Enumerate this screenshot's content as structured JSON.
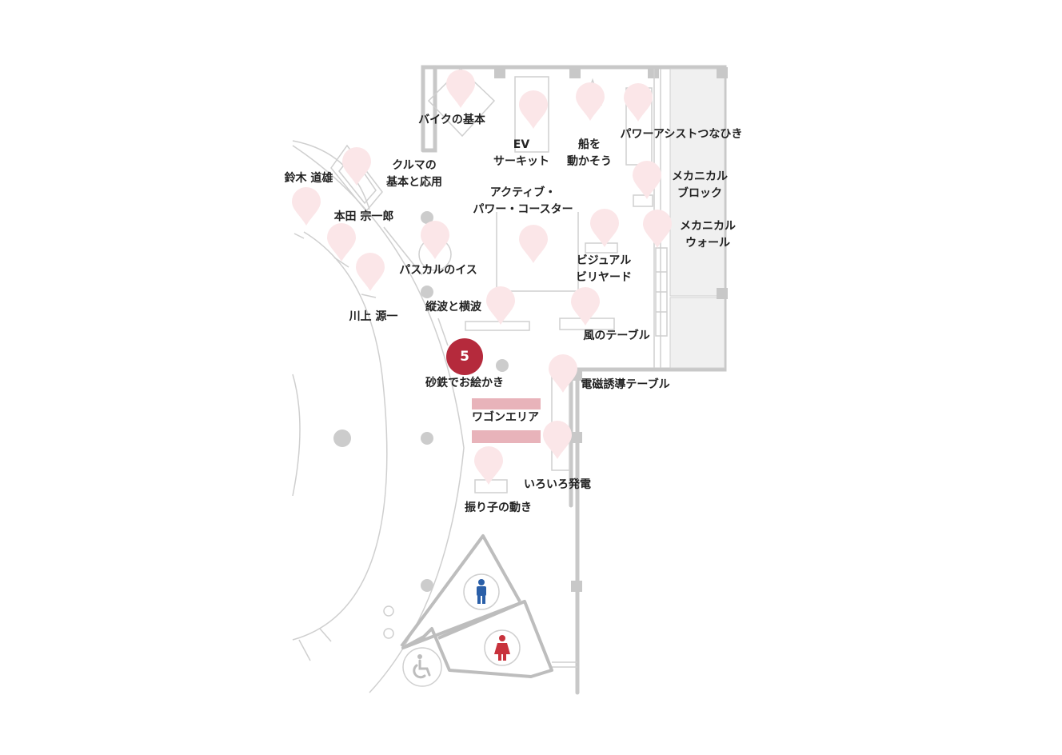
{
  "map": {
    "colors": {
      "wall": "#c8c8c8",
      "line": "#cfcfcf",
      "pin": "#fbe6e8",
      "wagon": "#e8b3ba",
      "active": "#b52a3c",
      "men": "#2a5fa8",
      "women": "#c8323c",
      "pillar": "#cccccc",
      "panel": "#f0f0f0"
    },
    "active_marker": {
      "number": "5"
    },
    "exhibits": [
      {
        "id": "bike",
        "lines": [
          "バイクの基本"
        ]
      },
      {
        "id": "ev",
        "lines": [
          "EV",
          "サーキット"
        ]
      },
      {
        "id": "ship",
        "lines": [
          "船を",
          "動かそう"
        ]
      },
      {
        "id": "power",
        "lines": [
          "パワーアシストつなひき"
        ]
      },
      {
        "id": "car",
        "lines": [
          "クルマの",
          "基本と応用"
        ]
      },
      {
        "id": "suzuki",
        "lines": [
          "鈴木 道雄"
        ]
      },
      {
        "id": "mblock",
        "lines": [
          "メカニカル",
          "ブロック"
        ]
      },
      {
        "id": "coaster",
        "lines": [
          "アクティブ・",
          "パワー・コースター"
        ]
      },
      {
        "id": "honda",
        "lines": [
          "本田 宗一郎"
        ]
      },
      {
        "id": "mwall",
        "lines": [
          "メカニカル",
          "ウォール"
        ]
      },
      {
        "id": "billiard",
        "lines": [
          "ビジュアル",
          "ビリヤード"
        ]
      },
      {
        "id": "pascal",
        "lines": [
          "パスカルのイス"
        ]
      },
      {
        "id": "wave",
        "lines": [
          "縦波と横波"
        ]
      },
      {
        "id": "kawakami",
        "lines": [
          "川上 源一"
        ]
      },
      {
        "id": "wind",
        "lines": [
          "風のテーブル"
        ]
      },
      {
        "id": "sand",
        "lines": [
          "砂鉄でお絵かき"
        ]
      },
      {
        "id": "em",
        "lines": [
          "電磁誘導テーブル"
        ]
      },
      {
        "id": "wagon",
        "lines": [
          "ワゴンエリア"
        ]
      },
      {
        "id": "gen",
        "lines": [
          "いろいろ発電"
        ]
      },
      {
        "id": "pendulum",
        "lines": [
          "振り子の動き"
        ]
      }
    ],
    "facilities": [
      {
        "id": "men-restroom",
        "icon": "men-restroom-icon"
      },
      {
        "id": "women-restroom",
        "icon": "women-restroom-icon"
      },
      {
        "id": "accessible-restroom",
        "icon": "wheelchair-icon"
      }
    ]
  }
}
